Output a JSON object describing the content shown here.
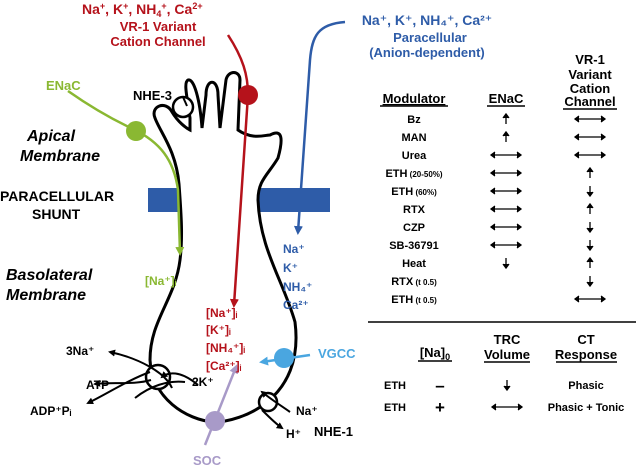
{
  "top_left_ions": {
    "na": "Na",
    "k": "K",
    "nh4": "NH",
    "ca": "Ca",
    "title1": "VR-1 Variant",
    "title2": "Cation Channel"
  },
  "top_right_ions": {
    "line1": "Na⁺, K⁺, NH₄⁺, Ca²⁺",
    "line2": "Paracellular",
    "line3": "(Anion-dependent)"
  },
  "labels": {
    "enac": "ENaC",
    "nhe3": "NHE-3",
    "apical1": "Apical",
    "apical2": "Membrane",
    "paracell1": "PARACELLULAR",
    "paracell2": "SHUNT",
    "baso1": "Basolateral",
    "baso2": "Membrane",
    "na_i": "[Na⁺]ᵢ",
    "vgcc": "VGCC",
    "soc": "SOC",
    "nhe1": "NHE-1",
    "three_na": "3Na⁺",
    "atp": "ATP",
    "adp": "ADP⁺Pᵢ",
    "two_k": "2K⁺",
    "na_plus": "Na⁺",
    "h_plus": "H⁺"
  },
  "cell_ions": [
    "[Na⁺]ᵢ",
    "[K⁺]ᵢ",
    "[NH₄⁺]ᵢ",
    "[Ca²⁺]ᵢ"
  ],
  "paracellular_ions": [
    "Na⁺",
    "K⁺",
    "NH₄⁺",
    "Ca²⁺"
  ],
  "table1": {
    "headers": [
      "Modulator",
      "ENaC",
      "VR-1",
      "Variant",
      "Cation",
      "Channel"
    ],
    "rows": [
      {
        "name": "Bz",
        "sub": "",
        "enac": "up",
        "vr1": "both"
      },
      {
        "name": "MAN",
        "sub": "",
        "enac": "up",
        "vr1": "both"
      },
      {
        "name": "Urea",
        "sub": "",
        "enac": "both",
        "vr1": "both"
      },
      {
        "name": "ETH",
        "sub": "(20-50%)",
        "enac": "both",
        "vr1": "up"
      },
      {
        "name": "ETH",
        "sub": "(60%)",
        "enac": "both",
        "vr1": "down"
      },
      {
        "name": "RTX",
        "sub": "",
        "enac": "both",
        "vr1": "up"
      },
      {
        "name": "CZP",
        "sub": "",
        "enac": "both",
        "vr1": "down"
      },
      {
        "name": "SB-36791",
        "sub": "",
        "enac": "both",
        "vr1": "down"
      },
      {
        "name": "Heat",
        "sub": "",
        "enac": "down",
        "vr1": "up"
      },
      {
        "name": "RTX",
        "sub": "(t 0.5)",
        "enac": "",
        "vr1": "down"
      },
      {
        "name": "ETH",
        "sub": "(t 0.5)",
        "enac": "",
        "vr1": "both"
      }
    ]
  },
  "table2": {
    "headers": [
      "[Na]",
      "TRC",
      "Volume",
      "CT",
      "Response"
    ],
    "na_sub": "0",
    "rows": [
      {
        "name": "ETH",
        "na": "–",
        "vol": "down",
        "ct": "Phasic"
      },
      {
        "name": "ETH",
        "na": "+",
        "vol": "both",
        "ct": "Phasic + Tonic"
      }
    ]
  },
  "colors": {
    "red": "#b5121b",
    "blue": "#2e5ca8",
    "green": "#8ab832",
    "lightblue": "#4aa6e0",
    "lavender": "#a89ac8",
    "black": "#000000"
  }
}
